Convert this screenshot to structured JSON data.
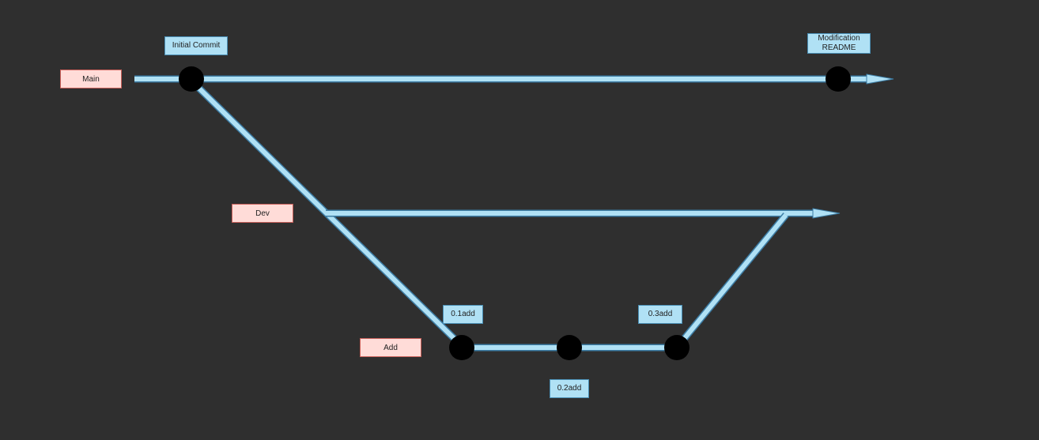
{
  "branches": {
    "main": "Main",
    "dev": "Dev",
    "add": "Add"
  },
  "commits": {
    "initial": "Initial Commit",
    "modification_line1": "Modification",
    "modification_line2": "README",
    "add01": "0.1add",
    "add02": "0.2add",
    "add03": "0.3add"
  },
  "colors": {
    "background": "#2f2f2f",
    "branch_line": "#b0e1f5",
    "branch_line_border": "#3d7da5",
    "branch_label_fill": "#ffdcd8",
    "commit_label_fill": "#b0e1f5",
    "commit_node": "#000000"
  }
}
